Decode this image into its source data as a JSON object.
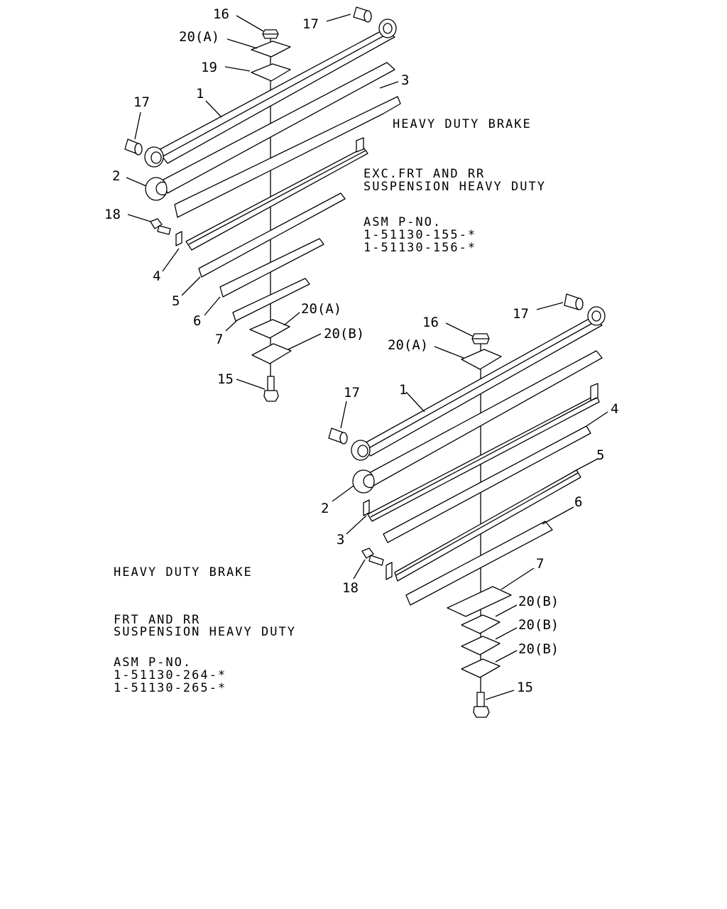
{
  "assembly_a": {
    "callouts": {
      "c16": "16",
      "c20a": "20(A)",
      "c19": "19",
      "c17_top": "17",
      "c17_left": "17",
      "c1": "1",
      "c3": "3",
      "c2": "2",
      "c18": "18",
      "c4": "4",
      "c5": "5",
      "c6": "6",
      "c7": "7",
      "c20a_low": "20(A)",
      "c20b": "20(B)",
      "c15": "15"
    },
    "notes": {
      "brake": "HEAVY DUTY BRAKE",
      "suspension_1": "EXC.FRT AND RR",
      "suspension_2": "SUSPENSION HEAVY DUTY",
      "asm_label": "ASM P-NO.",
      "pno_1": "1-51130-155-*",
      "pno_2": "1-51130-156-*"
    }
  },
  "assembly_b": {
    "callouts": {
      "c16": "16",
      "c20a": "20(A)",
      "c17_top": "17",
      "c17_left": "17",
      "c1": "1",
      "c4": "4",
      "c5": "5",
      "c2": "2",
      "c6": "6",
      "c3": "3",
      "c18": "18",
      "c7": "7",
      "c20b_1": "20(B)",
      "c20b_2": "20(B)",
      "c20b_3": "20(B)",
      "c15": "15"
    },
    "notes": {
      "brake": "HEAVY DUTY BRAKE",
      "suspension_1": "FRT AND RR",
      "suspension_2": "SUSPENSION HEAVY DUTY",
      "asm_label": "ASM P-NO.",
      "pno_1": "1-51130-264-*",
      "pno_2": "1-51130-265-*"
    }
  }
}
